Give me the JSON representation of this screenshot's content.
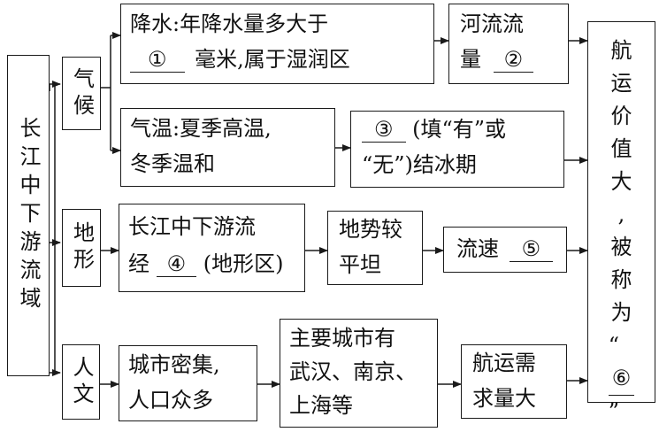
{
  "root": {
    "label": "长江中下游流域"
  },
  "categories": {
    "climate": "气候",
    "terrain": "地形",
    "human": "人文"
  },
  "nodes": {
    "precip": {
      "line1": "降水:年降水量多大于",
      "blank": "①",
      "line2_suffix": "毫米,属于湿润区"
    },
    "flow": {
      "prefix": "河流流",
      "line2_prefix": "量",
      "blank": "②"
    },
    "temp": {
      "line1": "气温:夏季高温,",
      "line2": "冬季温和"
    },
    "freeze": {
      "blank": "③",
      "line1_suffix": "(填“有”或",
      "line2": "“无”)结冰期"
    },
    "terrain_desc": {
      "line1": "长江中下游流",
      "line2_prefix": "经",
      "blank": "④",
      "line2_suffix": "(地形区)"
    },
    "slope": {
      "line1": "地势较",
      "line2": "平坦"
    },
    "speed": {
      "prefix": "流速",
      "blank": "⑤"
    },
    "cities": {
      "line1": "城市密集,",
      "line2": "人口众多"
    },
    "major": {
      "line1": "主要城市有",
      "line2": "武汉、南京、",
      "line3": "上海等"
    },
    "demand": {
      "line1": "航运需",
      "line2": "求量大"
    },
    "result": {
      "chars": [
        "航",
        "运",
        "价",
        "值",
        "大",
        ",",
        "被",
        "称",
        "为"
      ],
      "quote_open": "“",
      "blank": "⑥",
      "quote_close": "”"
    }
  }
}
